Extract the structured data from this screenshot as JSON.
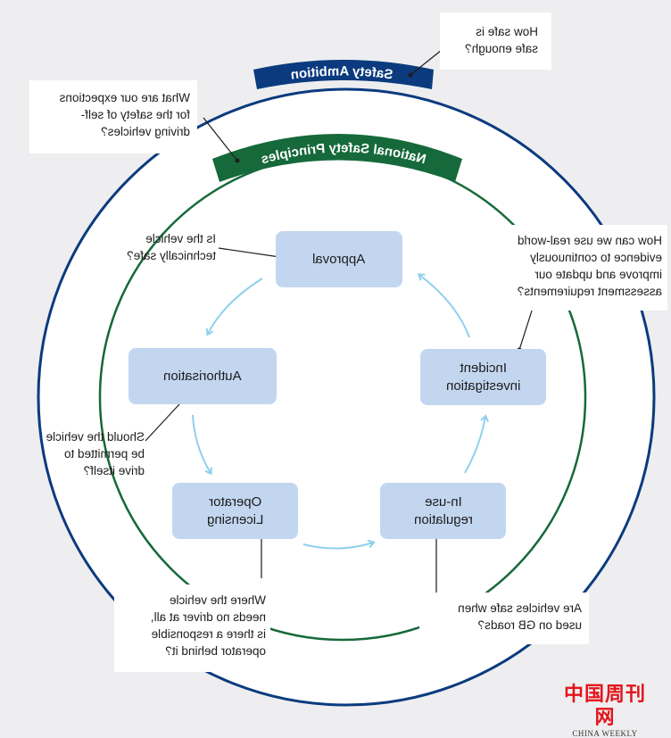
{
  "diagram": {
    "mirrored": true,
    "outer_ring": {
      "label": "Safety Ambition",
      "color": "#0b3b7e"
    },
    "inner_ring": {
      "label": "National Safety Principles",
      "color": "#16693a"
    },
    "outer_question": "How safe is\nsafe enough?",
    "inner_question": "What are our expections\nfor the safety of self-\ndriving vehicles?",
    "nodes": [
      {
        "id": "approval",
        "label": "Approval",
        "question": "Is the vehicle\ntechnically safe?"
      },
      {
        "id": "authorisation",
        "label": "Authorisation",
        "question": "Should the vehicle\nbe permitted to\ndrive itself?"
      },
      {
        "id": "operator-licensing",
        "label": "Operator\nLicensing",
        "question": "Where the vehicle\nneeds no driver at all,\nis there a responsible\noperator behind it?"
      },
      {
        "id": "in-use-regulation",
        "label": "In-use\nregulation",
        "question": "Are vehicles safe when\nused on GB roads?"
      },
      {
        "id": "incident-investigation",
        "label": "Incident\ninvestigation",
        "question": "How can we use real-world\nevidence to continuously\nimprove and update our\nassessment requirements?"
      }
    ],
    "flow": [
      "approval",
      "authorisation",
      "operator-licensing",
      "in-use-regulation",
      "incident-investigation",
      "approval"
    ],
    "colors": {
      "node_fill": "#c3d6f0",
      "arrow": "#8fd0ec",
      "background": "#eeeef0"
    }
  },
  "watermark": {
    "chinese": "中国周刊网",
    "english": "CHINA WEEKLY",
    "color": "#e3141c"
  }
}
